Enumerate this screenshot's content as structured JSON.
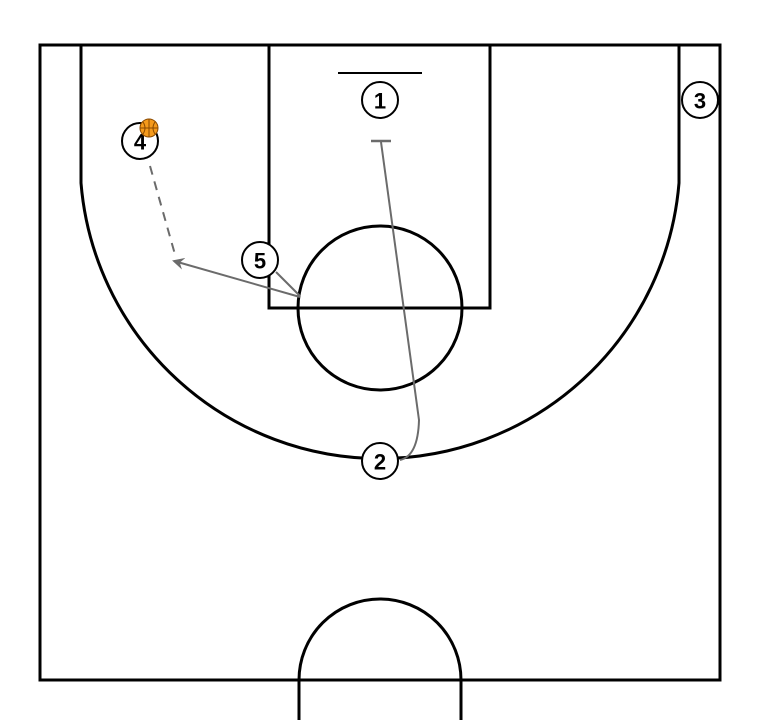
{
  "diagram": {
    "colors": {
      "court_lines": "#000000",
      "movement_lines": "#6b6b6b",
      "player_fill": "#ffffff",
      "ball": "#f59a1b",
      "ball_seams": "#8a4a00"
    },
    "players": [
      {
        "id": "p1",
        "label": "1",
        "name": "player-1"
      },
      {
        "id": "p2",
        "label": "2",
        "name": "player-2"
      },
      {
        "id": "p3",
        "label": "3",
        "name": "player-3"
      },
      {
        "id": "p4",
        "label": "4",
        "name": "player-4",
        "has_ball": true
      },
      {
        "id": "p5",
        "label": "5",
        "name": "player-5"
      }
    ],
    "actions": [
      {
        "type": "cut-with-screen",
        "from": "2",
        "to": "1"
      },
      {
        "type": "screen",
        "by": "5"
      },
      {
        "type": "pass",
        "from": "4"
      }
    ]
  }
}
